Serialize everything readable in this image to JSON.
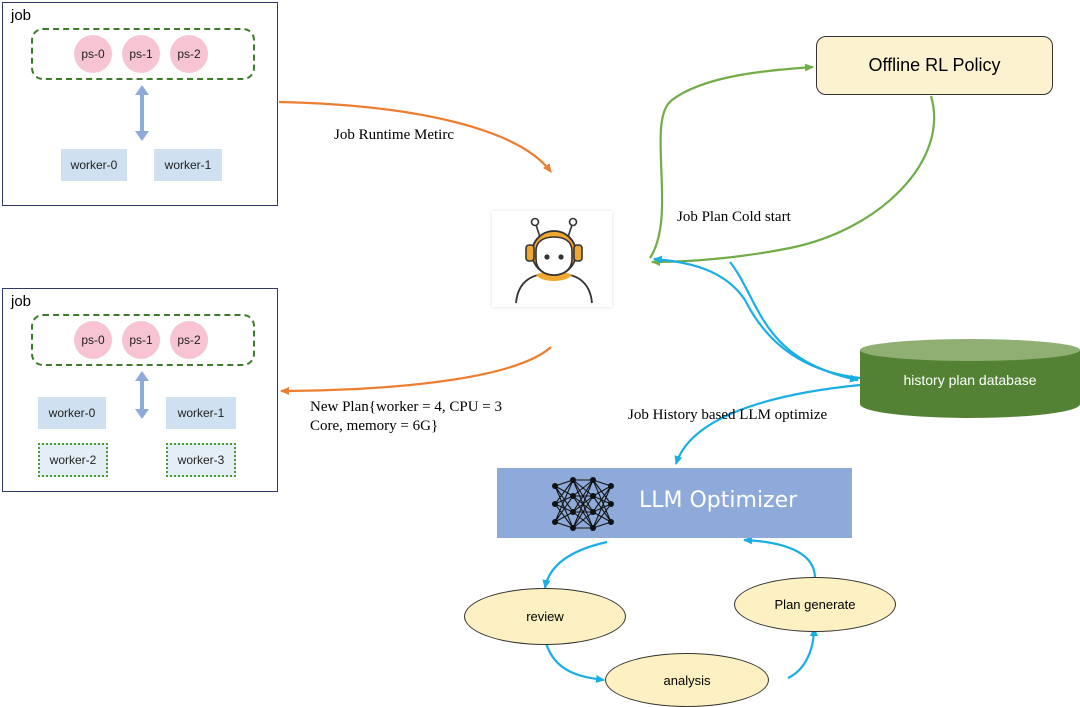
{
  "job_top": {
    "title": "job",
    "ps": [
      "ps-0",
      "ps-1",
      "ps-2"
    ],
    "workers": [
      "worker-0",
      "worker-1"
    ]
  },
  "job_bottom": {
    "title": "job",
    "ps": [
      "ps-0",
      "ps-1",
      "ps-2"
    ],
    "workers": [
      "worker-0",
      "worker-1"
    ],
    "new_workers": [
      "worker-2",
      "worker-3"
    ]
  },
  "labels": {
    "runtime_metric": "Job Runtime Metirc",
    "new_plan_line1": "New Plan{worker = 4, CPU = 3",
    "new_plan_line2": "Core, memory = 6G}",
    "cold_start": "Job Plan Cold start",
    "history_optimize": "Job History based LLM optimize"
  },
  "offline_policy": "Offline RL Policy",
  "history_db": "history plan database",
  "llm_optimizer": "LLM Optimizer",
  "loop": {
    "review": "review",
    "analysis": "analysis",
    "plan_generate": "Plan generate"
  },
  "colors": {
    "orange": "#ed7d31",
    "green": "#70ad47",
    "cyan": "#1aaee6",
    "db": "#548235",
    "llm": "#8eaadb",
    "ps": "#f6c4d3",
    "worker": "#cfe0f0"
  }
}
